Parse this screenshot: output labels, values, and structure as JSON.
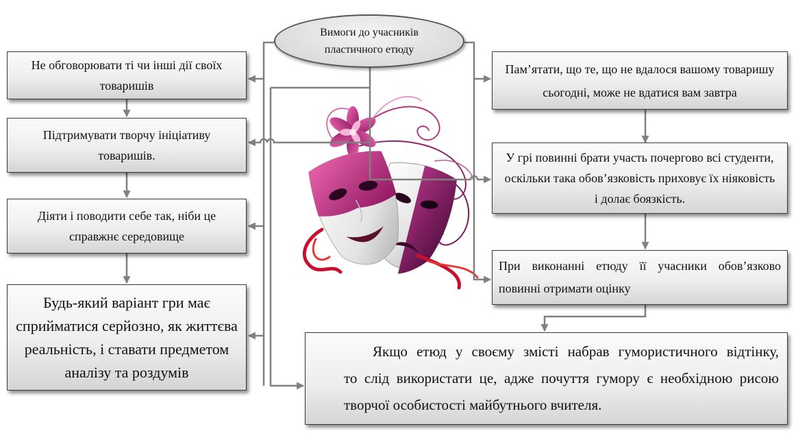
{
  "diagram": {
    "center_node": {
      "lines": [
        "Вимоги до учасників",
        "пластичного етюду"
      ]
    },
    "left_nodes": [
      {
        "lines": [
          "Не обговорювати ті чи інші дії своїх",
          "товаришів"
        ]
      },
      {
        "lines": [
          "Підтримувати творчу ініціативу",
          "товаришів."
        ]
      },
      {
        "lines": [
          "Діяти і поводити себе так, ніби це",
          "справжнє середовище"
        ]
      },
      {
        "lines": [
          "Будь-який варіант гри має",
          "сприйматися серйозно, як життєва",
          "реальність, і ставати предметом",
          "аналізу та роздумів"
        ]
      }
    ],
    "right_nodes": [
      {
        "lines": [
          "Пам’ятати, що те, що не вдалося вашому товаришу",
          "сьогодні, може не вдатися вам завтра"
        ]
      },
      {
        "lines": [
          "У грі повинні брати участь почергово всі студенти,",
          "оскільки така обов’язковість приховує їх ніяковість",
          "і долає боязкість."
        ]
      },
      {
        "lines": [
          "При виконанні етюду її учасники обов’язково",
          "повинні отримати оцінку"
        ]
      }
    ],
    "bottom_node": {
      "lines": [
        "Якщо етюд у своєму змісті набрав гумористичного відтінку,",
        "то слід використати це, адже почуття гумору є необхідною рисою",
        "творчої особистості майбутнього вчителя."
      ]
    },
    "illustration": {
      "icon": "theater-masks-icon"
    },
    "colors": {
      "connector": "#808080",
      "node_border": "#3a3a3a",
      "node_fill": "#eeeeee",
      "mask_magenta": "#c2307f",
      "mask_purple": "#6e1252",
      "ribbon": "#c8102e"
    }
  }
}
